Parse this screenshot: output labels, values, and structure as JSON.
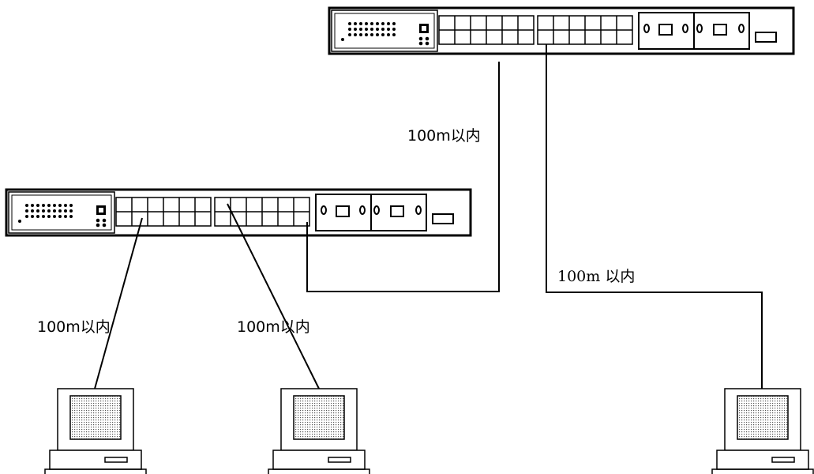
{
  "cable_labels": {
    "uplink": "100m以内",
    "right": "100m 以内",
    "left_pc": "100m以内",
    "middle_pc": "100m以内"
  },
  "devices": {
    "top_switch": "switch-icon",
    "bottom_switch": "switch-icon",
    "computers": [
      "computer-icon",
      "computer-icon",
      "computer-icon"
    ]
  }
}
